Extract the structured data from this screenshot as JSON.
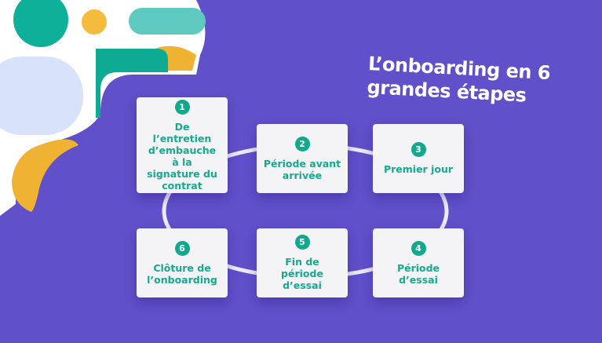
{
  "title": {
    "line1": "L’onboarding en 6",
    "line2": "grandes étapes"
  },
  "steps": [
    {
      "number": "1",
      "label": "De l’entretien d’embauche à la signature du contrat"
    },
    {
      "number": "2",
      "label": "Période avant arrivée"
    },
    {
      "number": "3",
      "label": "Premier jour"
    },
    {
      "number": "4",
      "label": "Période d’essai"
    },
    {
      "number": "5",
      "label": "Fin de période d’essai"
    },
    {
      "number": "6",
      "label": "Clôture de l’onboarding"
    }
  ],
  "colors": {
    "background": "#6050c9",
    "accent": "#11a88d",
    "yellow": "#f0b232",
    "card": "#f4f4f6"
  }
}
